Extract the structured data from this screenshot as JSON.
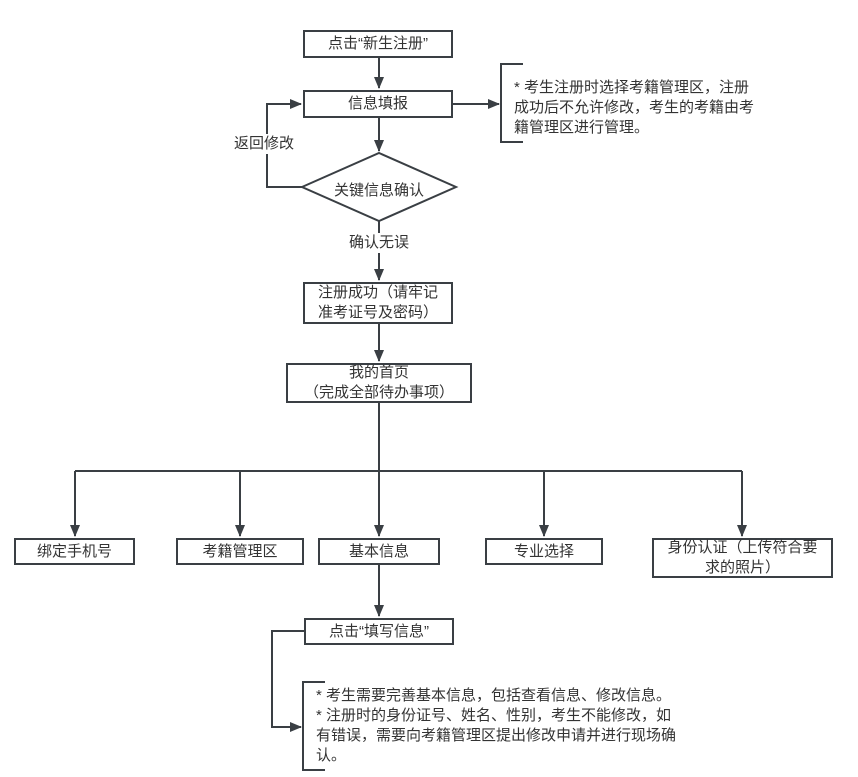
{
  "colors": {
    "line": "#3a3f44",
    "text": "#333333",
    "background": "#ffffff"
  },
  "nodes": {
    "start": {
      "label": "点击“新生注册”"
    },
    "info_fill": {
      "label": "信息填报"
    },
    "decision": {
      "label": "关键信息确认"
    },
    "register_success": {
      "line1": "注册成功（请牢记",
      "line2": "准考证号及密码）"
    },
    "my_home": {
      "line1": "我的首页",
      "line2": "（完成全部待办事项）"
    },
    "click_fill_info": {
      "label": "点击“填写信息”"
    }
  },
  "edge_labels": {
    "back_to_modify": "返回修改",
    "confirmed_ok": "确认无误"
  },
  "branches": [
    {
      "label": "绑定手机号"
    },
    {
      "label": "考籍管理区"
    },
    {
      "label": "基本信息"
    },
    {
      "label": "专业选择"
    },
    {
      "line1": "身份认证（上传符合要",
      "line2": "求的照片）"
    }
  ],
  "notes": {
    "register_note": {
      "lines": [
        "* 考生注册时选择考籍管理区，注册",
        "成功后不允许修改，考生的考籍由考",
        "籍管理区进行管理。"
      ]
    },
    "basic_info_note": {
      "lines": [
        "* 考生需要完善基本信息，包括查看信息、修改信息。",
        "* 注册时的身份证号、姓名、性别，考生不能修改，如",
        "有错误，需要向考籍管理区提出修改申请并进行现场确",
        "认。"
      ]
    }
  }
}
